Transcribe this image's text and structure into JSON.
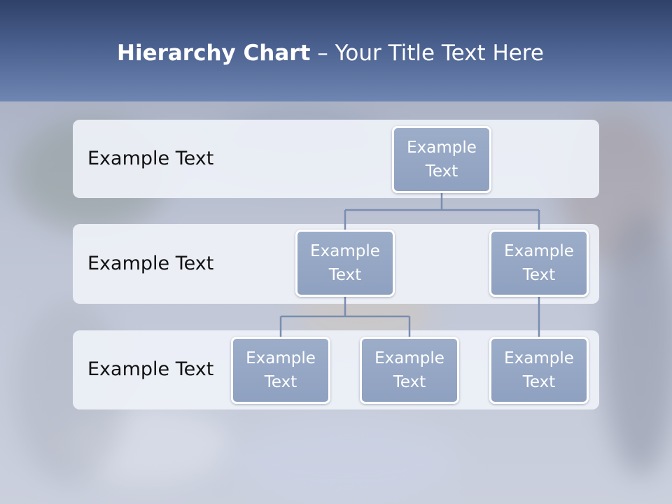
{
  "title": {
    "bold": "Hierarchy Chart",
    "rest": " – Your Title Text Here"
  },
  "bands": [
    {
      "label": "Example Text"
    },
    {
      "label": "Example Text"
    },
    {
      "label": "Example Text"
    }
  ],
  "nodes": [
    {
      "text": "Example Text"
    },
    {
      "text": "Example Text"
    },
    {
      "text": "Example Text"
    },
    {
      "text": "Example Text"
    },
    {
      "text": "Example Text"
    },
    {
      "text": "Example Text"
    }
  ],
  "colors": {
    "header": "#4a608e",
    "node_fill": "#95a7c5",
    "connector": "#7a8db0",
    "band": "#eef1f7"
  }
}
